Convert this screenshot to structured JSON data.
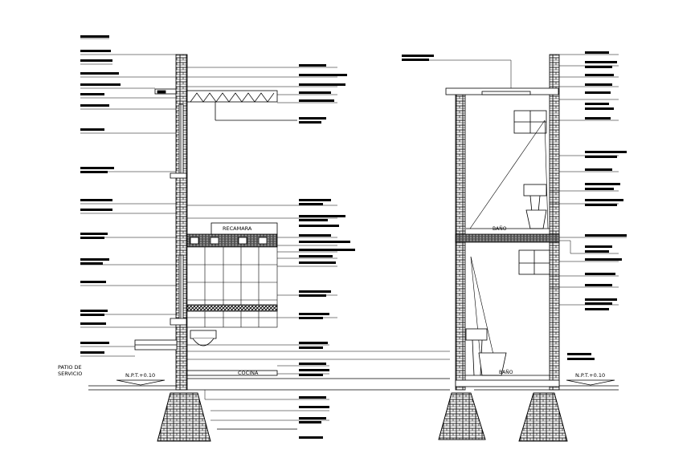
{
  "labels": {
    "patio": [
      "PATIO DE",
      "SERVICIO"
    ],
    "npt_left": "N.P.T.+0.10",
    "npt_right": "N.P.T.+0.10",
    "recamara": "RECAMARA",
    "cocina": "COCINA",
    "bano_upper": "BAÑO",
    "bano_lower": "BAÑO"
  },
  "colors": {
    "line": "#000000",
    "hatch": "#000000",
    "background": "#ffffff"
  }
}
